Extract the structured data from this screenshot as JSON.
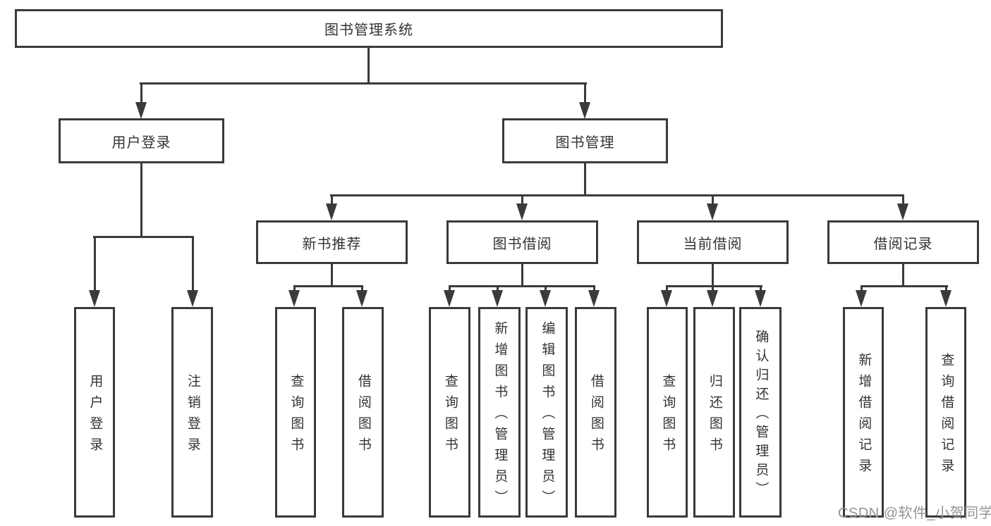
{
  "title": "图书管理系统",
  "colors": {
    "line": "#3a3a3a",
    "box_fill": "#ffffff",
    "text": "#333333",
    "watermark": "#949494"
  },
  "nodes": {
    "root": {
      "label": "图书管理系统"
    },
    "user_login": {
      "label": "用户登录"
    },
    "book_management": {
      "label": "图书管理"
    },
    "new_book_recommend": {
      "label": "新书推荐"
    },
    "book_borrow": {
      "label": "图书借阅"
    },
    "current_borrow": {
      "label": "当前借阅"
    },
    "borrow_records": {
      "label": "借阅记录"
    },
    "login_children": [
      {
        "label": "用户登录"
      },
      {
        "label": "注销登录"
      }
    ],
    "recommend_children": [
      {
        "label": "查询图书"
      },
      {
        "label": "借阅图书"
      }
    ],
    "borrow_children": [
      {
        "label": "查询图书"
      },
      {
        "label": "新增图书（管理员）"
      },
      {
        "label": "编辑图书（管理员）"
      },
      {
        "label": "借阅图书"
      }
    ],
    "current_children": [
      {
        "label": "查询图书"
      },
      {
        "label": "归还图书"
      },
      {
        "label": "确认归还（管理员）"
      }
    ],
    "record_children": [
      {
        "label": "新增借阅记录"
      },
      {
        "label": "查询借阅记录"
      }
    ]
  },
  "watermark": {
    "text": "CSDN @软件_小贺同学"
  }
}
